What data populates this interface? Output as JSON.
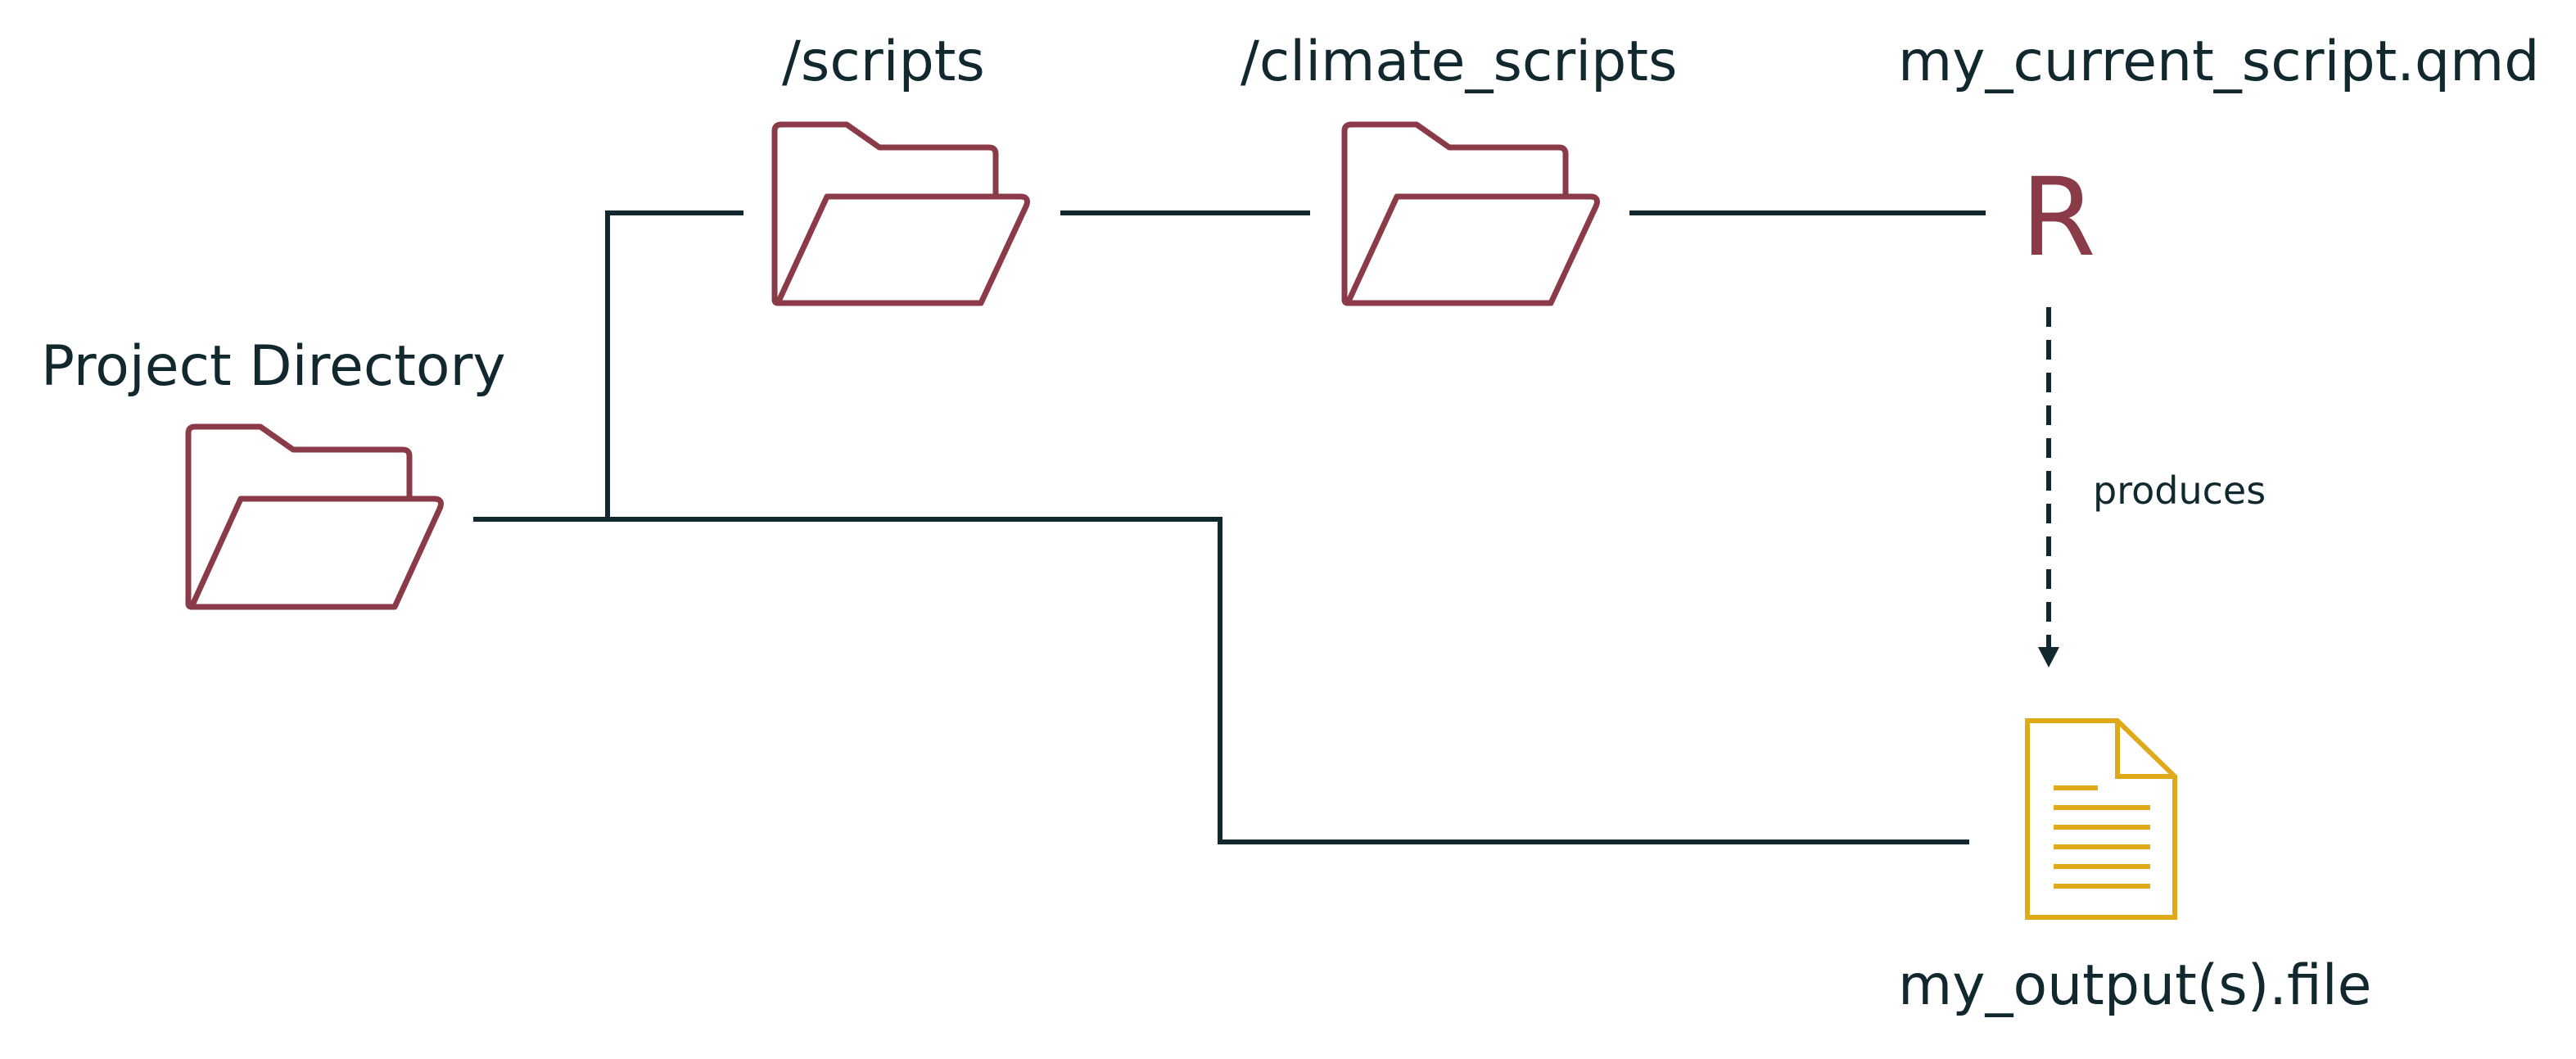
{
  "diagram": {
    "project_directory": "Project Directory",
    "scripts_folder": "/scripts",
    "climate_scripts_folder": "/climate_scripts",
    "script_file": "my_current_script.qmd",
    "r_symbol": "R",
    "produces_label": "produces",
    "output_file": "my_output(s).file"
  },
  "colors": {
    "line": "#10282e",
    "folder": "#8b3a48",
    "document": "#e0a91a",
    "background": "#ffffff"
  },
  "icons": [
    "folder-icon",
    "r-language-icon",
    "document-icon"
  ]
}
